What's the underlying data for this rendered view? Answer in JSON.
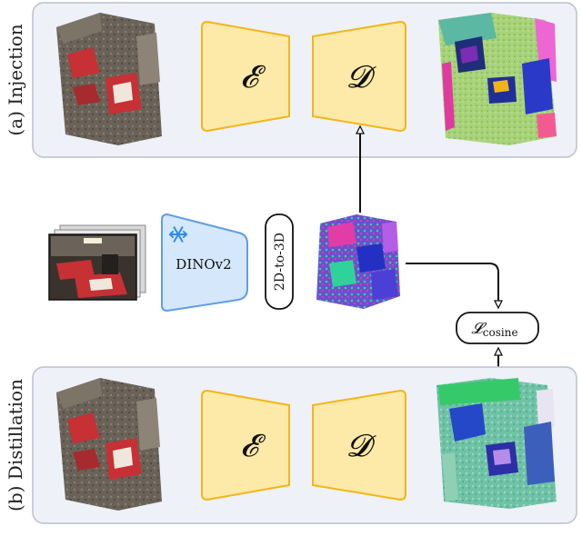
{
  "panels": {
    "injection": {
      "label": "(a) Injection",
      "encoder_label": "𝓔",
      "decoder_label": "𝓓"
    },
    "distillation": {
      "label": "(b) Distillation",
      "encoder_label": "𝓔",
      "decoder_label": "𝓓"
    }
  },
  "middle": {
    "backbone_label": "DINOv2",
    "backbone_icon": "snowflake-icon",
    "lifting_label": "2D-to-3D",
    "loss_main": "𝓛",
    "loss_sub": "cosine"
  },
  "colors": {
    "panel_fill": "#eef1f7",
    "panel_stroke": "#b9c0cf",
    "block_fill": "#fde9a8",
    "block_stroke": "#f2b619",
    "dino_fill": "#d5e7fb",
    "dino_stroke": "#5f9de0",
    "arrow": "#111111"
  }
}
